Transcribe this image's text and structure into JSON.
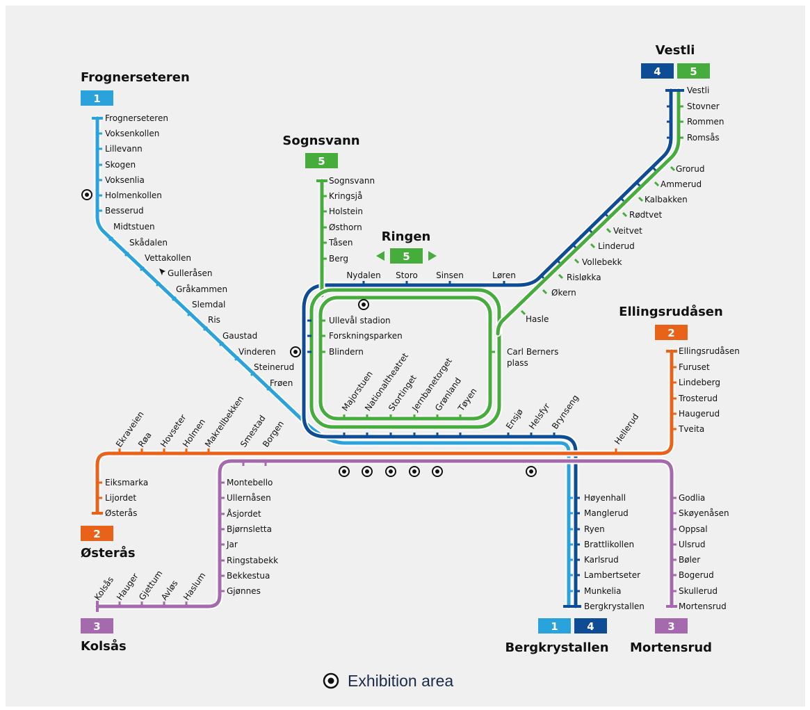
{
  "colors": {
    "line1": "#2aa2dc",
    "line2": "#e8621a",
    "line3": "#a46aad",
    "line4": "#0e4c95",
    "line5": "#46ac3c",
    "background": "#f0f0f0"
  },
  "termini": {
    "frognerseteren": "Frognerseteren",
    "vestli": "Vestli",
    "sognsvann": "Sognsvann",
    "ringen": "Ringen",
    "ellingsrudasen": "Ellingsrudåsen",
    "osteras": "Østerås",
    "kolsas": "Kolsås",
    "bergkrystallen": "Bergkrystallen",
    "mortensrud": "Mortensrud"
  },
  "badges": {
    "one": "1",
    "two": "2",
    "three": "3",
    "four": "4",
    "five": "5"
  },
  "stations": {
    "frognerseteren_branch": [
      "Frognerseteren",
      "Voksenkollen",
      "Lillevann",
      "Skogen",
      "Voksenlia",
      "Holmenkollen",
      "Besserud"
    ],
    "line1_diagonal": [
      "Midtstuen",
      "Skådalen",
      "Vettakollen",
      "Gulleråsen",
      "Gråkammen",
      "Slemdal",
      "Ris",
      "Gaustad",
      "Vinderen",
      "Steinerud",
      "Frøen"
    ],
    "sognsvann_branch": [
      "Sognsvann",
      "Kringsjå",
      "Holstein",
      "Østhorn",
      "Tåsen",
      "Berg"
    ],
    "ring_top": [
      "Nydalen",
      "Storo",
      "Sinsen",
      "Løren"
    ],
    "ring_left": [
      "Ullevål stadion",
      "Forskningsparken",
      "Blindern"
    ],
    "carl_berners": "Carl Berners plass",
    "hasle": "Hasle",
    "vestli_top": [
      "Vestli",
      "Stovner",
      "Rommen",
      "Romsås"
    ],
    "vestli_diagonal": [
      "Grorud",
      "Ammerud",
      "Kalbakken",
      "Rødtvet",
      "Veitvet",
      "Linderud",
      "Vollebekk",
      "Risløkka",
      "Økern"
    ],
    "ellingsrud_branch": [
      "Ellingsrudåsen",
      "Furuset",
      "Lindeberg",
      "Trosterud",
      "Haugerud",
      "Tveita"
    ],
    "hellerud": "Hellerud",
    "west_trunk": [
      "Ekraveien",
      "Røa",
      "Hovseter",
      "Holmen",
      "Makrellbekken",
      "Smestad",
      "Borgen"
    ],
    "city_center": [
      "Majorstuen",
      "Nationaltheatret",
      "Stortinget",
      "Jernbanetorget",
      "Grønland",
      "Tøyen"
    ],
    "east_trunk": [
      "Ensjø",
      "Helsfyr",
      "Brynseng"
    ],
    "osteras_branch": [
      "Eiksmarka",
      "Lijordet",
      "Østerås"
    ],
    "montebello_branch": [
      "Montebello",
      "Ullernåsen",
      "Åsjordet",
      "Bjørnsletta",
      "Jar",
      "Ringstabekk",
      "Bekkestua",
      "Gjønnes"
    ],
    "kolsas_branch": [
      "Kolsås",
      "Hauger",
      "Gjettum",
      "Avløs",
      "Haslum"
    ],
    "bergkrystallen_branch": [
      "Høyenhall",
      "Manglerud",
      "Ryen",
      "Brattlikollen",
      "Karlsrud",
      "Lambertseter",
      "Munkelia",
      "Bergkrystallen"
    ],
    "mortensrud_branch": [
      "Godlia",
      "Skøyenåsen",
      "Oppsal",
      "Ulsrud",
      "Bøler",
      "Bogerud",
      "Skullerud",
      "Mortensrud"
    ]
  },
  "legend": {
    "exhibition_area": "Exhibition area"
  }
}
